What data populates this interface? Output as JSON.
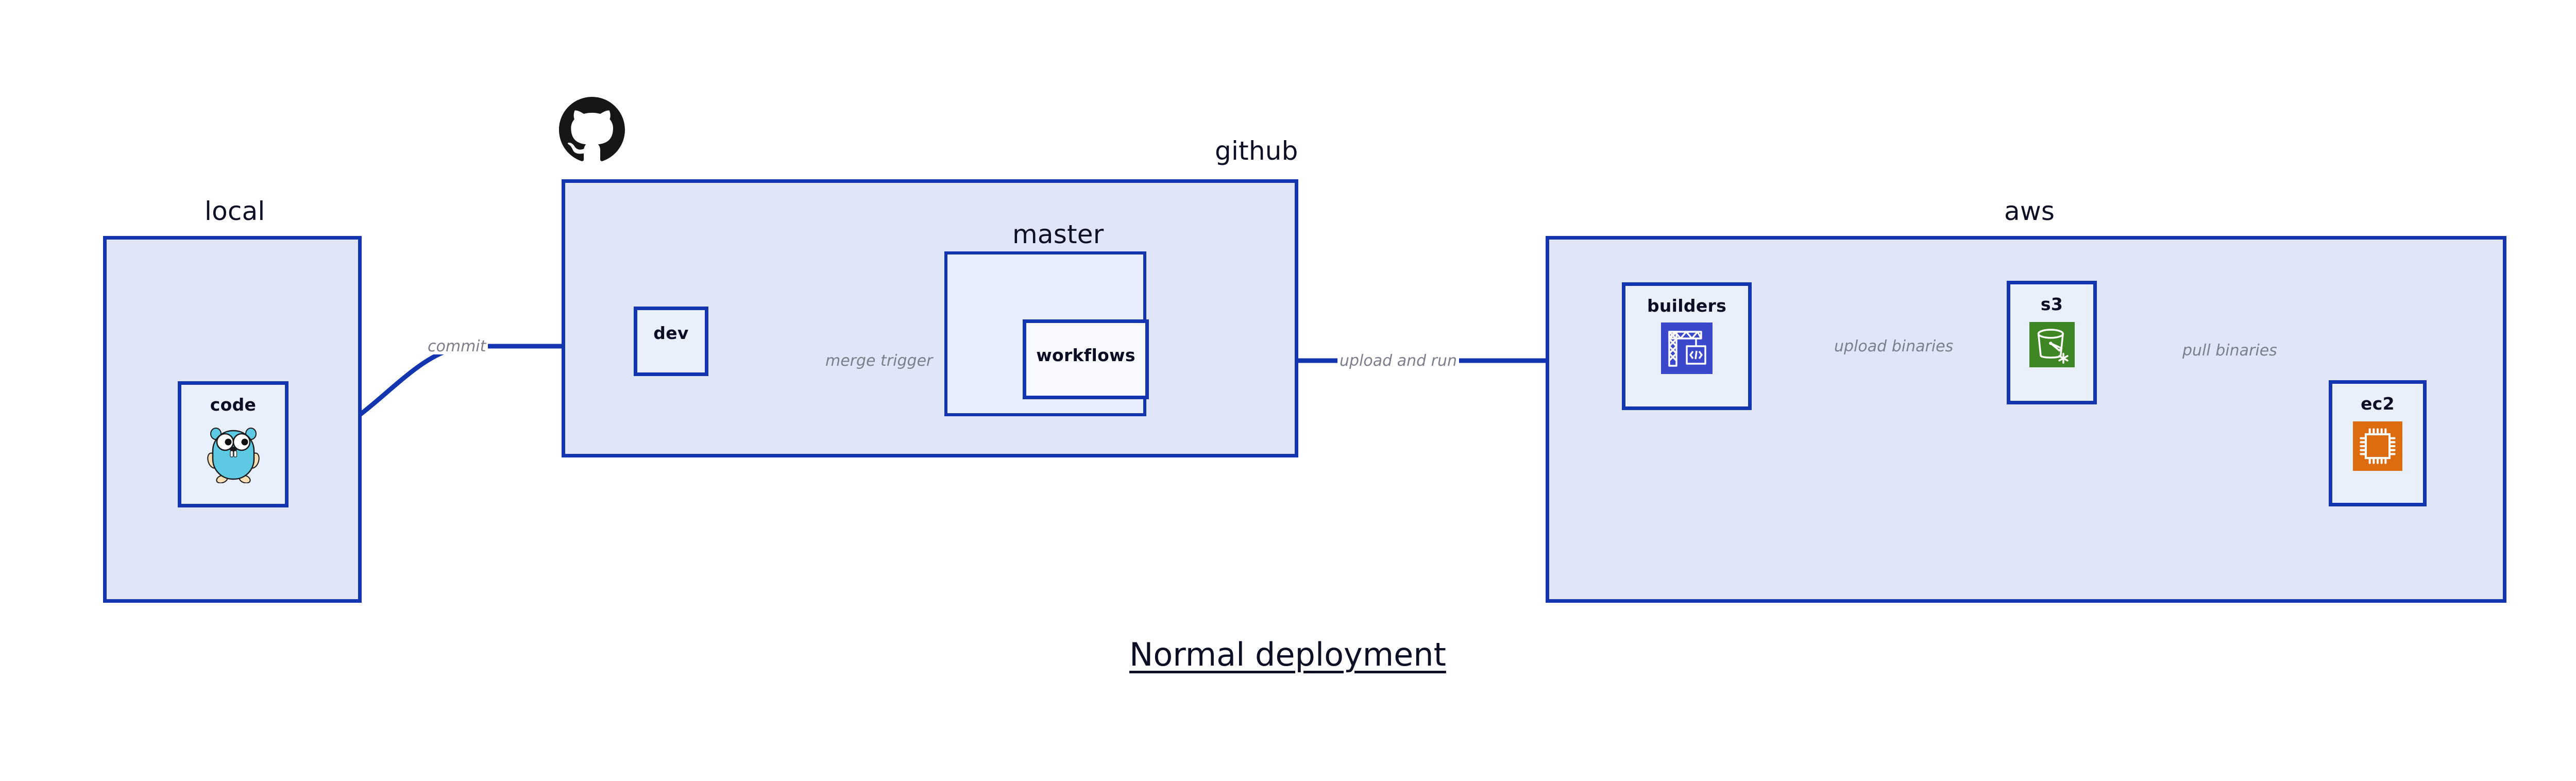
{
  "diagram": {
    "title": "Normal deployment",
    "background": "#ffffff",
    "accent_border": "#1335b0",
    "container_fill": "#e0e6f8",
    "node_fill": "#eaeffc",
    "edge_label_color": "#7b7f8c",
    "title_color": "#0d1024"
  },
  "containers": [
    {
      "id": "local",
      "label": "local"
    },
    {
      "id": "github",
      "label": "github"
    },
    {
      "id": "master",
      "label": "master"
    },
    {
      "id": "aws",
      "label": "aws"
    }
  ],
  "nodes": [
    {
      "id": "code",
      "label": "code",
      "icon": "golang-gopher-icon",
      "icon_color": "#5dc9e2"
    },
    {
      "id": "dev",
      "label": "dev",
      "icon": "none",
      "icon_color": ""
    },
    {
      "id": "workflows",
      "label": "workflows",
      "icon": "none",
      "icon_color": ""
    },
    {
      "id": "builders",
      "label": "builders",
      "icon": "aws-codebuild-icon",
      "icon_color": "#3b48cc"
    },
    {
      "id": "s3",
      "label": "s3",
      "icon": "aws-s3-bucket-icon",
      "icon_color": "#3f8624"
    },
    {
      "id": "ec2",
      "label": "ec2",
      "icon": "aws-ec2-chip-icon",
      "icon_color": "#dd6b10"
    }
  ],
  "edges": [
    {
      "id": "commit",
      "label": "commit",
      "from": "code",
      "to": "dev"
    },
    {
      "id": "merge-trigger",
      "label": "merge trigger",
      "from": "dev",
      "to": "workflows"
    },
    {
      "id": "upload-and-run",
      "label": "upload and run",
      "from": "workflows",
      "to": "builders"
    },
    {
      "id": "upload-binaries",
      "label": "upload binaries",
      "from": "builders",
      "to": "s3"
    },
    {
      "id": "pull-binaries",
      "label": "pull binaries",
      "from": "s3",
      "to": "ec2"
    }
  ],
  "logos": [
    {
      "id": "github-octocat",
      "name": "github-octocat-icon",
      "color": "#161614"
    }
  ]
}
